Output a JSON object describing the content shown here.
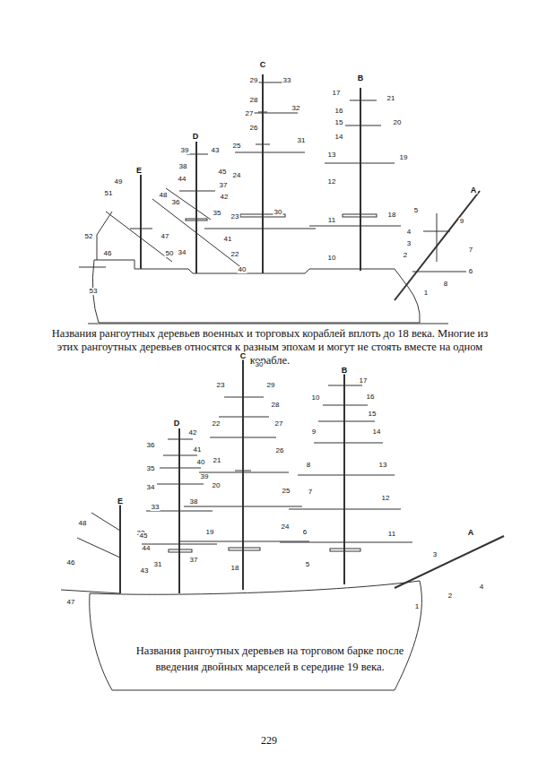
{
  "diagram": {
    "labels": [
      "Названия рангоутных деревьев военных и торговых кораблей вплоть до 18 века. Многие из этих рангоутных деревьев относятся к разным эпохам и могут не стоять вместе на одном корабле.",
      "Названия рангоутных деревьев на торговом барке после введения двойных марселей в середине 19 века.",
      "229",
      "A",
      "B",
      "C",
      "D",
      "E",
      "1",
      "2",
      "3",
      "4",
      "5",
      "6",
      "7",
      "8",
      "9",
      "10",
      "11",
      "12",
      "13",
      "14",
      "15",
      "16",
      "17",
      "18",
      "19",
      "20",
      "21",
      "22",
      "23",
      "24",
      "25",
      "26",
      "27",
      "28",
      "29",
      "30",
      "31",
      "32",
      "33",
      "34",
      "35",
      "36",
      "37",
      "38",
      "39",
      "40",
      "41",
      "42",
      "43",
      "44",
      "45",
      "46",
      "47",
      "48",
      "49",
      "50",
      "51",
      "52",
      "53",
      "A",
      "B",
      "C",
      "D",
      "E",
      "1",
      "2",
      "3",
      "4",
      "5",
      "6",
      "7",
      "8",
      "9",
      "10",
      "11",
      "12",
      "13",
      "14",
      "15",
      "16",
      "17",
      "18",
      "19",
      "20",
      "21",
      "22",
      "23",
      "24",
      "25",
      "26",
      "27",
      "28",
      "29",
      "30",
      "31",
      "32",
      "33",
      "34",
      "35",
      "36",
      "37",
      "38",
      "39",
      "40",
      "41",
      "42",
      "43",
      "44",
      "45",
      "46",
      "47",
      "48"
    ]
  }
}
